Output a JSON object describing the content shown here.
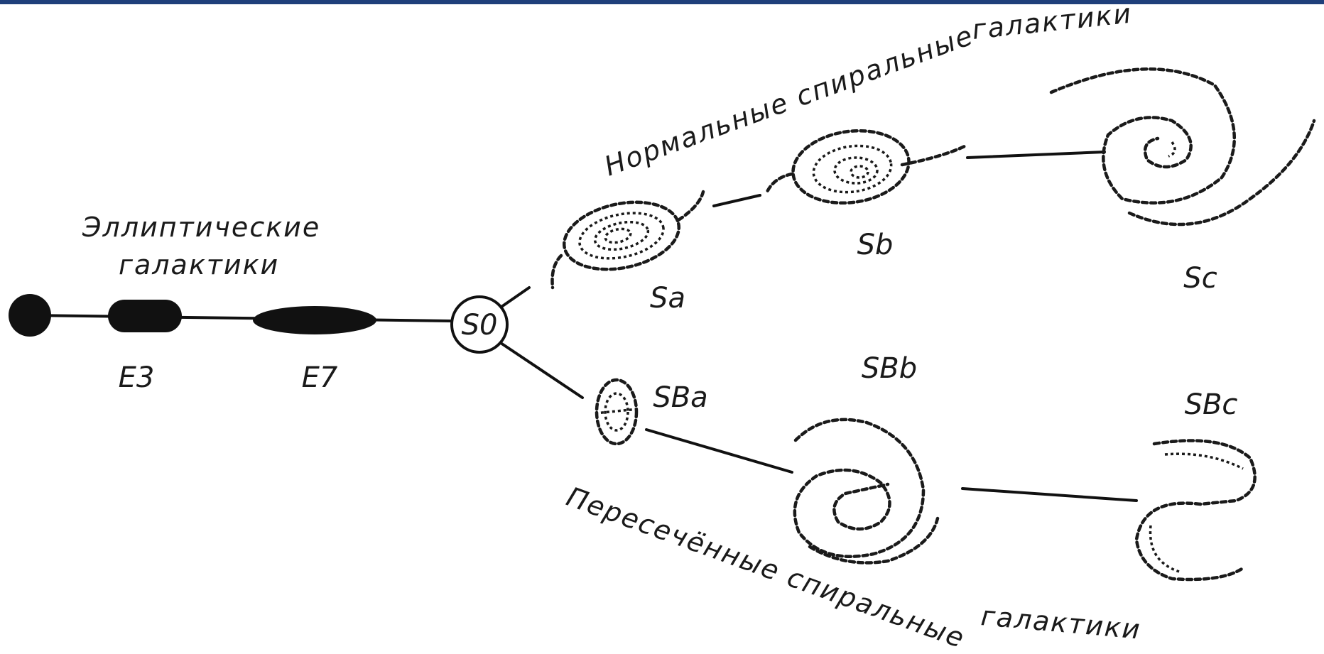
{
  "colors": {
    "top_bar": "#1f3f7a",
    "ink": "#111111",
    "background": "#ffffff"
  },
  "groups": {
    "elliptical": "Эллиптические галактики",
    "elliptical_line1": "Эллиптические",
    "elliptical_line2": "галактики",
    "normal_spirals_part1": "Нормальные спиральные",
    "normal_spirals_part2": "галактики",
    "barred_spirals_part1": "Пересечённые спиральные",
    "barred_spirals_part2": "галактики"
  },
  "nodes": {
    "e3": "E3",
    "e7": "E7",
    "s0": "S0",
    "sa": "Sa",
    "sb": "Sb",
    "sc": "Sc",
    "sba": "SBa",
    "sbb": "SBb",
    "sbc": "SBc"
  }
}
